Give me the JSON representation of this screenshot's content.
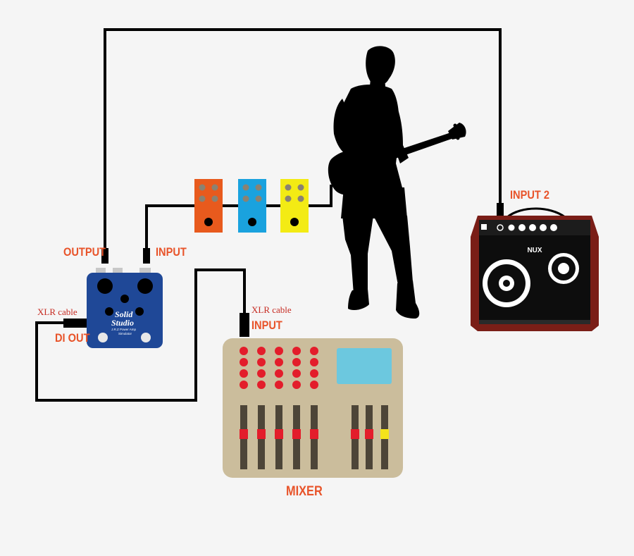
{
  "colors": {
    "background": "#f5f5f5",
    "label": "#e8542a",
    "cable": "#000000",
    "pedal_orange": "#e85a1d",
    "pedal_blue": "#1aa2de",
    "pedal_yellow": "#f3eb14",
    "di_box": "#1f4897",
    "mixer_body": "#cbbd9c",
    "mixer_screen": "#6cc8df",
    "mixer_led": "#e31d2b",
    "fader_mark_yellow": "#f4e31b",
    "amp_wood": "#7a1e17",
    "amp_face": "#0d0d0d"
  },
  "labels": {
    "output": "OUTPUT",
    "input_di": "INPUT",
    "xlr_left": "XLR cable",
    "di_out": "DI OUT",
    "xlr_right": "XLR cable",
    "input_mixer": "INPUT",
    "input2": "INPUT 2",
    "mixer": "MIXER"
  },
  "di_box": {
    "brand_line1": "Solid",
    "brand_line2": "Studio",
    "model": "J.R.Z Power Amp",
    "subtitle": "Simulator"
  },
  "amp": {
    "brand": "NUX"
  },
  "icons": {
    "guitarist": "guitarist-silhouette-icon",
    "pedals": "effect-pedal-icon",
    "di": "di-box-icon",
    "mixer": "mixing-console-icon",
    "amp": "guitar-amp-icon"
  }
}
